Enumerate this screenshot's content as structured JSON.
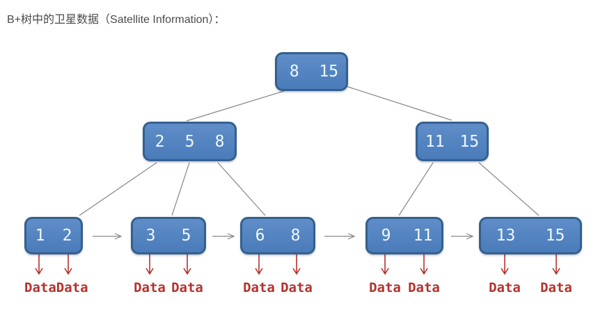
{
  "title": "B+树中的卫星数据（Satellite Information）：",
  "labels": {
    "data": "Data"
  },
  "colors": {
    "node_fill": "#4a7cba",
    "node_fill_light": "#5f8dc8",
    "node_border": "#34608f",
    "node_text": "#f0f7ff",
    "connector": "#858585",
    "accent_red": "#b5312b",
    "title_text": "#4a4a4a"
  },
  "chart_data": {
    "type": "tree",
    "structure": "B+ tree",
    "root": {
      "keys": [
        "8",
        "15"
      ]
    },
    "internal": [
      {
        "keys": [
          "2",
          "5",
          "8"
        ]
      },
      {
        "keys": [
          "11",
          "15"
        ]
      }
    ],
    "leaves": [
      {
        "keys": [
          "1",
          "2"
        ]
      },
      {
        "keys": [
          "3",
          "5"
        ]
      },
      {
        "keys": [
          "6",
          "8"
        ]
      },
      {
        "keys": [
          "9",
          "11"
        ]
      },
      {
        "keys": [
          "13",
          "15"
        ]
      }
    ],
    "leaf_pointers": "each leaf links to next leaf with gray arrow; each leaf key points down to Data"
  }
}
